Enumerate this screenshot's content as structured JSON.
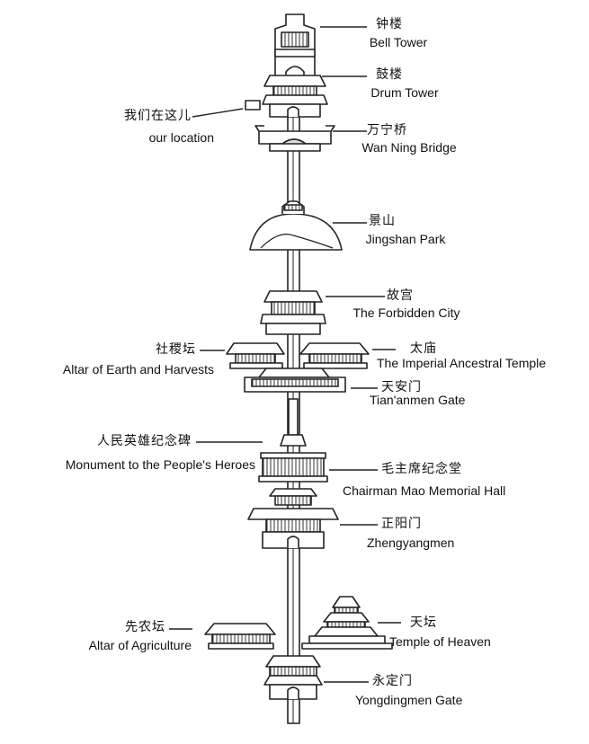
{
  "landmarks": [
    {
      "id": "bell-tower",
      "zh": "钟楼",
      "en": "Bell Tower"
    },
    {
      "id": "drum-tower",
      "zh": "鼓楼",
      "en": "Drum Tower"
    },
    {
      "id": "wan-ning-bridge",
      "zh": "万宁桥",
      "en": "Wan Ning Bridge"
    },
    {
      "id": "jingshan-park",
      "zh": "景山",
      "en": "Jingshan Park"
    },
    {
      "id": "forbidden-city",
      "zh": "故宫",
      "en": "The Forbidden City"
    },
    {
      "id": "altar-earth-harvests",
      "zh": "社稷坛",
      "en": "Altar of Earth and Harvests"
    },
    {
      "id": "imperial-ancestral-temple",
      "zh": "太庙",
      "en": "The Imperial Ancestral Temple"
    },
    {
      "id": "tiananmen-gate",
      "zh": "天安门",
      "en": "Tian'anmen Gate"
    },
    {
      "id": "monument-heroes",
      "zh": "人民英雄纪念碑",
      "en": "Monument to the People's Heroes"
    },
    {
      "id": "mao-memorial-hall",
      "zh": "毛主席纪念堂",
      "en": "Chairman Mao Memorial Hall"
    },
    {
      "id": "zhengyangmen",
      "zh": "正阳门",
      "en": "Zhengyangmen"
    },
    {
      "id": "altar-agriculture",
      "zh": "先农坛",
      "en": "Altar of Agriculture"
    },
    {
      "id": "temple-of-heaven",
      "zh": "天坛",
      "en": "Temple of Heaven"
    },
    {
      "id": "yongdingmen-gate",
      "zh": "永定门",
      "en": "Yongdingmen Gate"
    }
  ],
  "location_marker": {
    "zh": "我们在这儿",
    "en": "our location"
  }
}
